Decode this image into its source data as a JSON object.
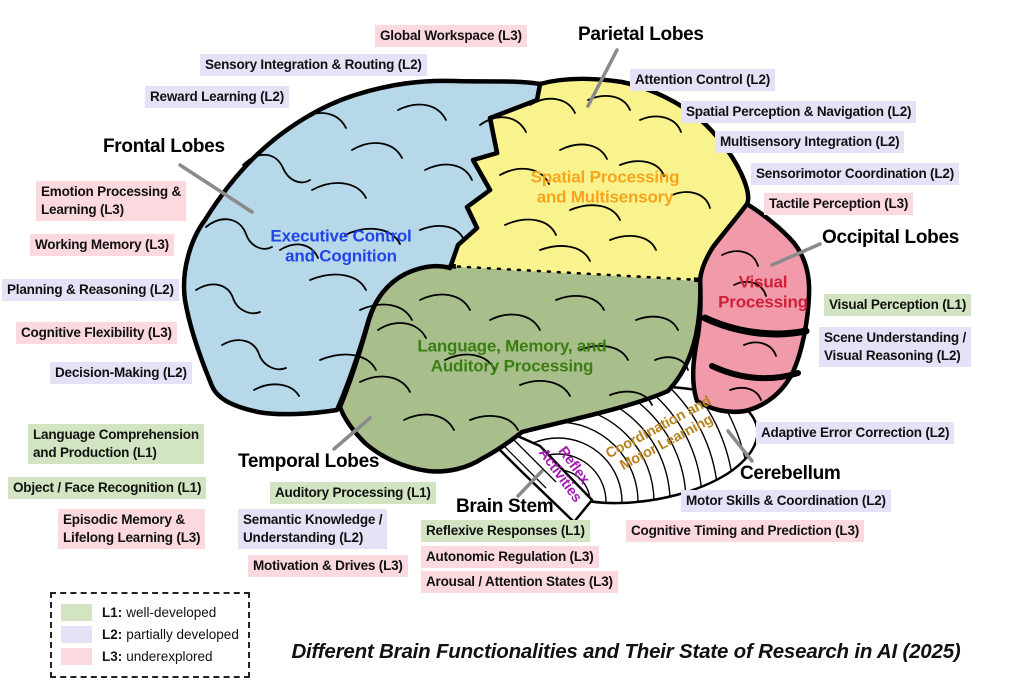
{
  "page": {
    "title": "Different Brain Functionalities and Their State of Research in AI (2025)"
  },
  "legend": {
    "items": [
      {
        "tag": "L1:",
        "label": "well-developed",
        "color": "#d2e4c2"
      },
      {
        "tag": "L2:",
        "label": "partially developed",
        "color": "#e7e1f7"
      },
      {
        "tag": "L3:",
        "label": "underexplored",
        "color": "#fbd9de"
      }
    ]
  },
  "regions": {
    "frontal": {
      "header": "Frontal Lobes",
      "caption": "Executive Control\nand Cognition",
      "fill": "#b6d8e9",
      "caption_color": "#2244e8"
    },
    "parietal": {
      "header": "Parietal Lobes",
      "caption": "Spatial Processing\nand Multisensory",
      "fill": "#f9f38d",
      "caption_color": "#f8a41c"
    },
    "temporal": {
      "header": "Temporal Lobes",
      "caption": "Language, Memory, and\nAuditory Processing",
      "fill": "#a8bf8c",
      "caption_color": "#3c7d13"
    },
    "occipital": {
      "header": "Occipital Lobes",
      "caption": "Visual\nProcessing",
      "fill": "#f09aaa",
      "caption_color": "#cf2038"
    },
    "brainstem": {
      "header": "Brain Stem",
      "caption": "Reflex\nActivities",
      "fill": "#ffffff",
      "caption_color": "#a21caf"
    },
    "cerebellum": {
      "header": "Cerebellum",
      "caption": "Coordination and\nMotor Learning",
      "fill": "#ffffff",
      "caption_color": "#b5831f"
    }
  },
  "labels": {
    "global_workspace": {
      "text": "Global Workspace (L3)",
      "level": "L3"
    },
    "sensory_integration": {
      "text": "Sensory Integration & Routing (L2)",
      "level": "L2"
    },
    "reward_learning": {
      "text": "Reward Learning (L2)",
      "level": "L2"
    },
    "emotion_processing": {
      "text": "Emotion Processing &\nLearning (L3)",
      "level": "L3"
    },
    "working_memory": {
      "text": "Working Memory (L3)",
      "level": "L3"
    },
    "planning_reasoning": {
      "text": "Planning & Reasoning (L2)",
      "level": "L2"
    },
    "cognitive_flexibility": {
      "text": "Cognitive Flexibility (L3)",
      "level": "L3"
    },
    "decision_making": {
      "text": "Decision-Making (L2)",
      "level": "L2"
    },
    "language_comprehension": {
      "text": "Language Comprehension\nand Production (L1)",
      "level": "L1"
    },
    "object_face_recognition": {
      "text": "Object / Face Recognition (L1)",
      "level": "L1"
    },
    "episodic_memory": {
      "text": "Episodic Memory &\nLifelong Learning (L3)",
      "level": "L3"
    },
    "attention_control": {
      "text": "Attention Control (L2)",
      "level": "L2"
    },
    "spatial_perception": {
      "text": "Spatial Perception & Navigation (L2)",
      "level": "L2"
    },
    "multisensory_integration": {
      "text": "Multisensory Integration (L2)",
      "level": "L2"
    },
    "sensorimotor_coordination": {
      "text": "Sensorimotor Coordination (L2)",
      "level": "L2"
    },
    "tactile_perception": {
      "text": "Tactile Perception (L3)",
      "level": "L3"
    },
    "visual_perception": {
      "text": "Visual Perception (L1)",
      "level": "L1"
    },
    "scene_understanding": {
      "text": "Scene Understanding /\nVisual Reasoning (L2)",
      "level": "L2"
    },
    "adaptive_error_correction": {
      "text": "Adaptive Error Correction (L2)",
      "level": "L2"
    },
    "motor_skills": {
      "text": "Motor Skills & Coordination (L2)",
      "level": "L2"
    },
    "cognitive_timing": {
      "text": "Cognitive Timing and Prediction (L3)",
      "level": "L3"
    },
    "auditory_processing": {
      "text": "Auditory Processing (L1)",
      "level": "L1"
    },
    "semantic_knowledge": {
      "text": "Semantic Knowledge /\nUnderstanding (L2)",
      "level": "L2"
    },
    "motivation_drives": {
      "text": "Motivation & Drives (L3)",
      "level": "L3"
    },
    "reflexive_responses": {
      "text": "Reflexive Responses (L1)",
      "level": "L1"
    },
    "autonomic_regulation": {
      "text": "Autonomic Regulation (L3)",
      "level": "L3"
    },
    "arousal_attention": {
      "text": "Arousal / Attention States (L3)",
      "level": "L3"
    }
  }
}
